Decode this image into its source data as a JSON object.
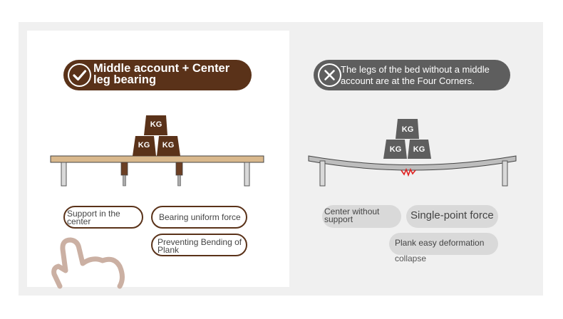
{
  "left": {
    "banner_text": "Middle account + Center leg bearing",
    "icon": "check-icon",
    "weights": [
      "KG",
      "KG",
      "KG"
    ],
    "features": [
      "Support in the center",
      "Bearing uniform force",
      "Preventing Bending of Plank"
    ],
    "colors": {
      "accent": "#5a3219",
      "plank": "#d9b88c"
    }
  },
  "right": {
    "banner_text": "The legs of the bed without a middle account are at the Four Corners.",
    "icon": "cross-icon",
    "weights": [
      "KG",
      "KG",
      "KG"
    ],
    "features": [
      "Center without support",
      "Single-point force",
      "Plank easy deformation"
    ],
    "caption": "collapse",
    "colors": {
      "accent": "#5e5e5e",
      "stress": "#e02020"
    }
  }
}
